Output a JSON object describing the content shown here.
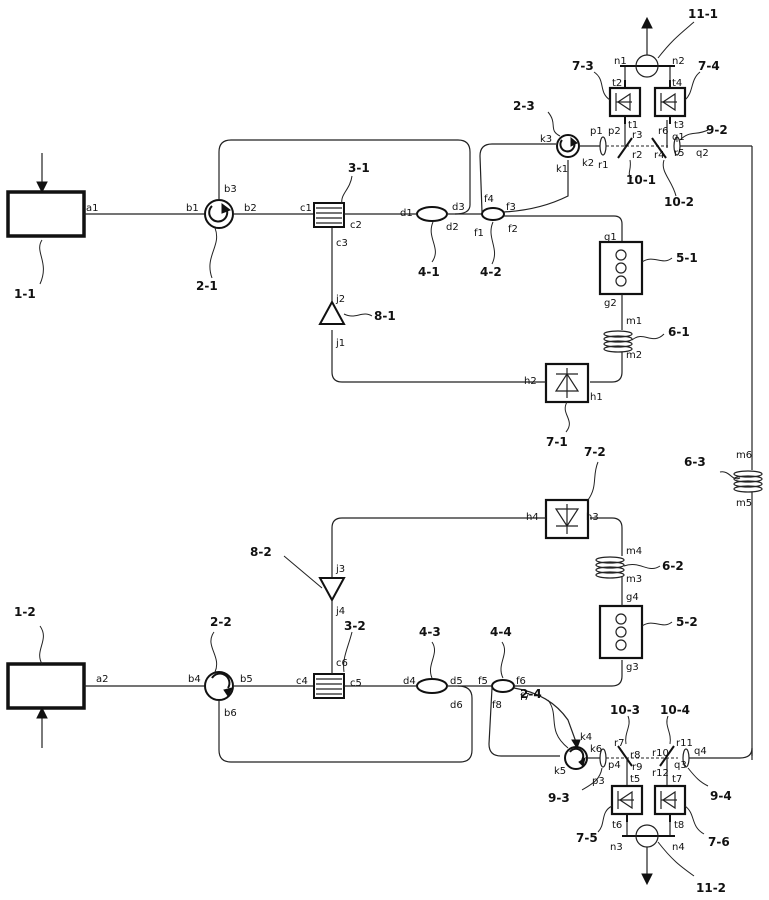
{
  "labels": {
    "l1_1": "1-1",
    "l1_2": "1-2",
    "l2_1": "2-1",
    "l2_2": "2-2",
    "l2_3": "2-3",
    "l2_4": "2-4",
    "l3_1": "3-1",
    "l3_2": "3-2",
    "l4_1": "4-1",
    "l4_2": "4-2",
    "l4_3": "4-3",
    "l4_4": "4-4",
    "l5_1": "5-1",
    "l5_2": "5-2",
    "l6_1": "6-1",
    "l6_2": "6-2",
    "l6_3": "6-3",
    "l7_1": "7-1",
    "l7_2": "7-2",
    "l7_3": "7-3",
    "l7_4": "7-4",
    "l7_5": "7-5",
    "l7_6": "7-6",
    "l8_1": "8-1",
    "l8_2": "8-2",
    "l9_2": "9-2",
    "l9_3": "9-3",
    "l9_4": "9-4",
    "l10_1": "10-1",
    "l10_2": "10-2",
    "l10_3": "10-3",
    "l10_4": "10-4",
    "l11_1": "11-1",
    "l11_2": "11-2"
  },
  "ports": {
    "a1": "a1",
    "a2": "a2",
    "b1": "b1",
    "b2": "b2",
    "b3": "b3",
    "b4": "b4",
    "b5": "b5",
    "b6": "b6",
    "c1": "c1",
    "c2": "c2",
    "c3": "c3",
    "c4": "c4",
    "c5": "c5",
    "c6": "c6",
    "d1": "d1",
    "d2": "d2",
    "d3": "d3",
    "d4": "d4",
    "d5": "d5",
    "d6": "d6",
    "f1": "f1",
    "f2": "f2",
    "f3": "f3",
    "f4": "f4",
    "f5": "f5",
    "f6": "f6",
    "f7": "f7",
    "f8": "f8",
    "g1": "g1",
    "g2": "g2",
    "g3": "g3",
    "g4": "g4",
    "h1": "h1",
    "h2": "h2",
    "h3": "h3",
    "h4": "h4",
    "j1": "j1",
    "j2": "j2",
    "j3": "j3",
    "j4": "j4",
    "k1": "k1",
    "k2": "k2",
    "k3": "k3",
    "k4": "k4",
    "k5": "k5",
    "k6": "k6",
    "m1": "m1",
    "m2": "m2",
    "m3": "m3",
    "m4": "m4",
    "m5": "m5",
    "m6": "m6",
    "n1": "n1",
    "n2": "n2",
    "n3": "n3",
    "n4": "n4",
    "p1": "p1",
    "p2": "p2",
    "p3": "p3",
    "p4": "p4",
    "q1": "q1",
    "q2": "q2",
    "q3": "q3",
    "q4": "q4",
    "r1": "r1",
    "r2": "r2",
    "r3": "r3",
    "r4": "r4",
    "r5": "r5",
    "r6": "r6",
    "r7": "r7",
    "r8": "r8",
    "r9": "r9",
    "r10": "r10",
    "r11": "r11",
    "r12": "r12",
    "t1": "t1",
    "t2": "t2",
    "t3": "t3",
    "t4": "t4",
    "t5": "t5",
    "t6": "t6",
    "t7": "t7",
    "t8": "t8"
  }
}
